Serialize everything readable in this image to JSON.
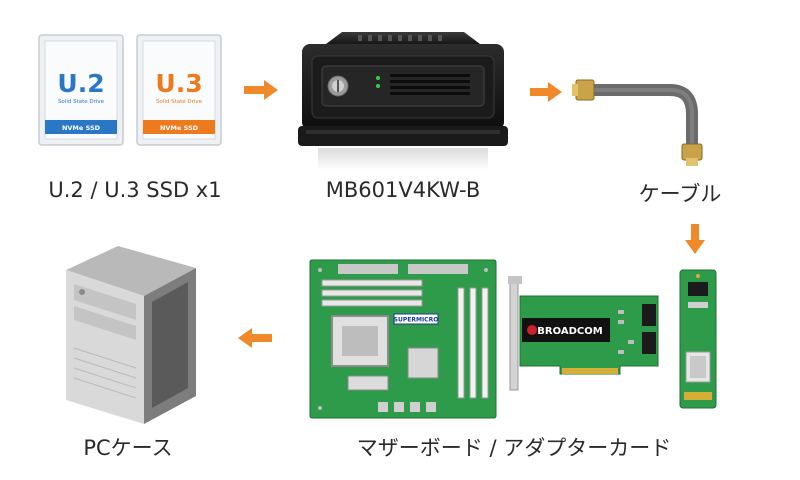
{
  "ssd_u2": {
    "big": "U.2",
    "sub": "Solid State Drive",
    "band": "NVMe SSD"
  },
  "ssd_u3": {
    "big": "U.3",
    "sub": "Solid State Drive",
    "band": "NVMe SSD"
  },
  "labels": {
    "ssd": "U.2 / U.3 SSD x1",
    "enclosure": "MB601V4KW-B",
    "cable": "ケーブル",
    "board": "マザーボード / アダプターカード",
    "pc": "PCケース"
  },
  "card_brands": {
    "broadcom": "BROADCOM",
    "supermicro": "SUPERMICRO"
  },
  "colors": {
    "arrow": "#f0892a",
    "u2_blue": "#2a77c6",
    "u3_orange": "#ee7a1e",
    "pcb_green": "#2e9b4a"
  }
}
